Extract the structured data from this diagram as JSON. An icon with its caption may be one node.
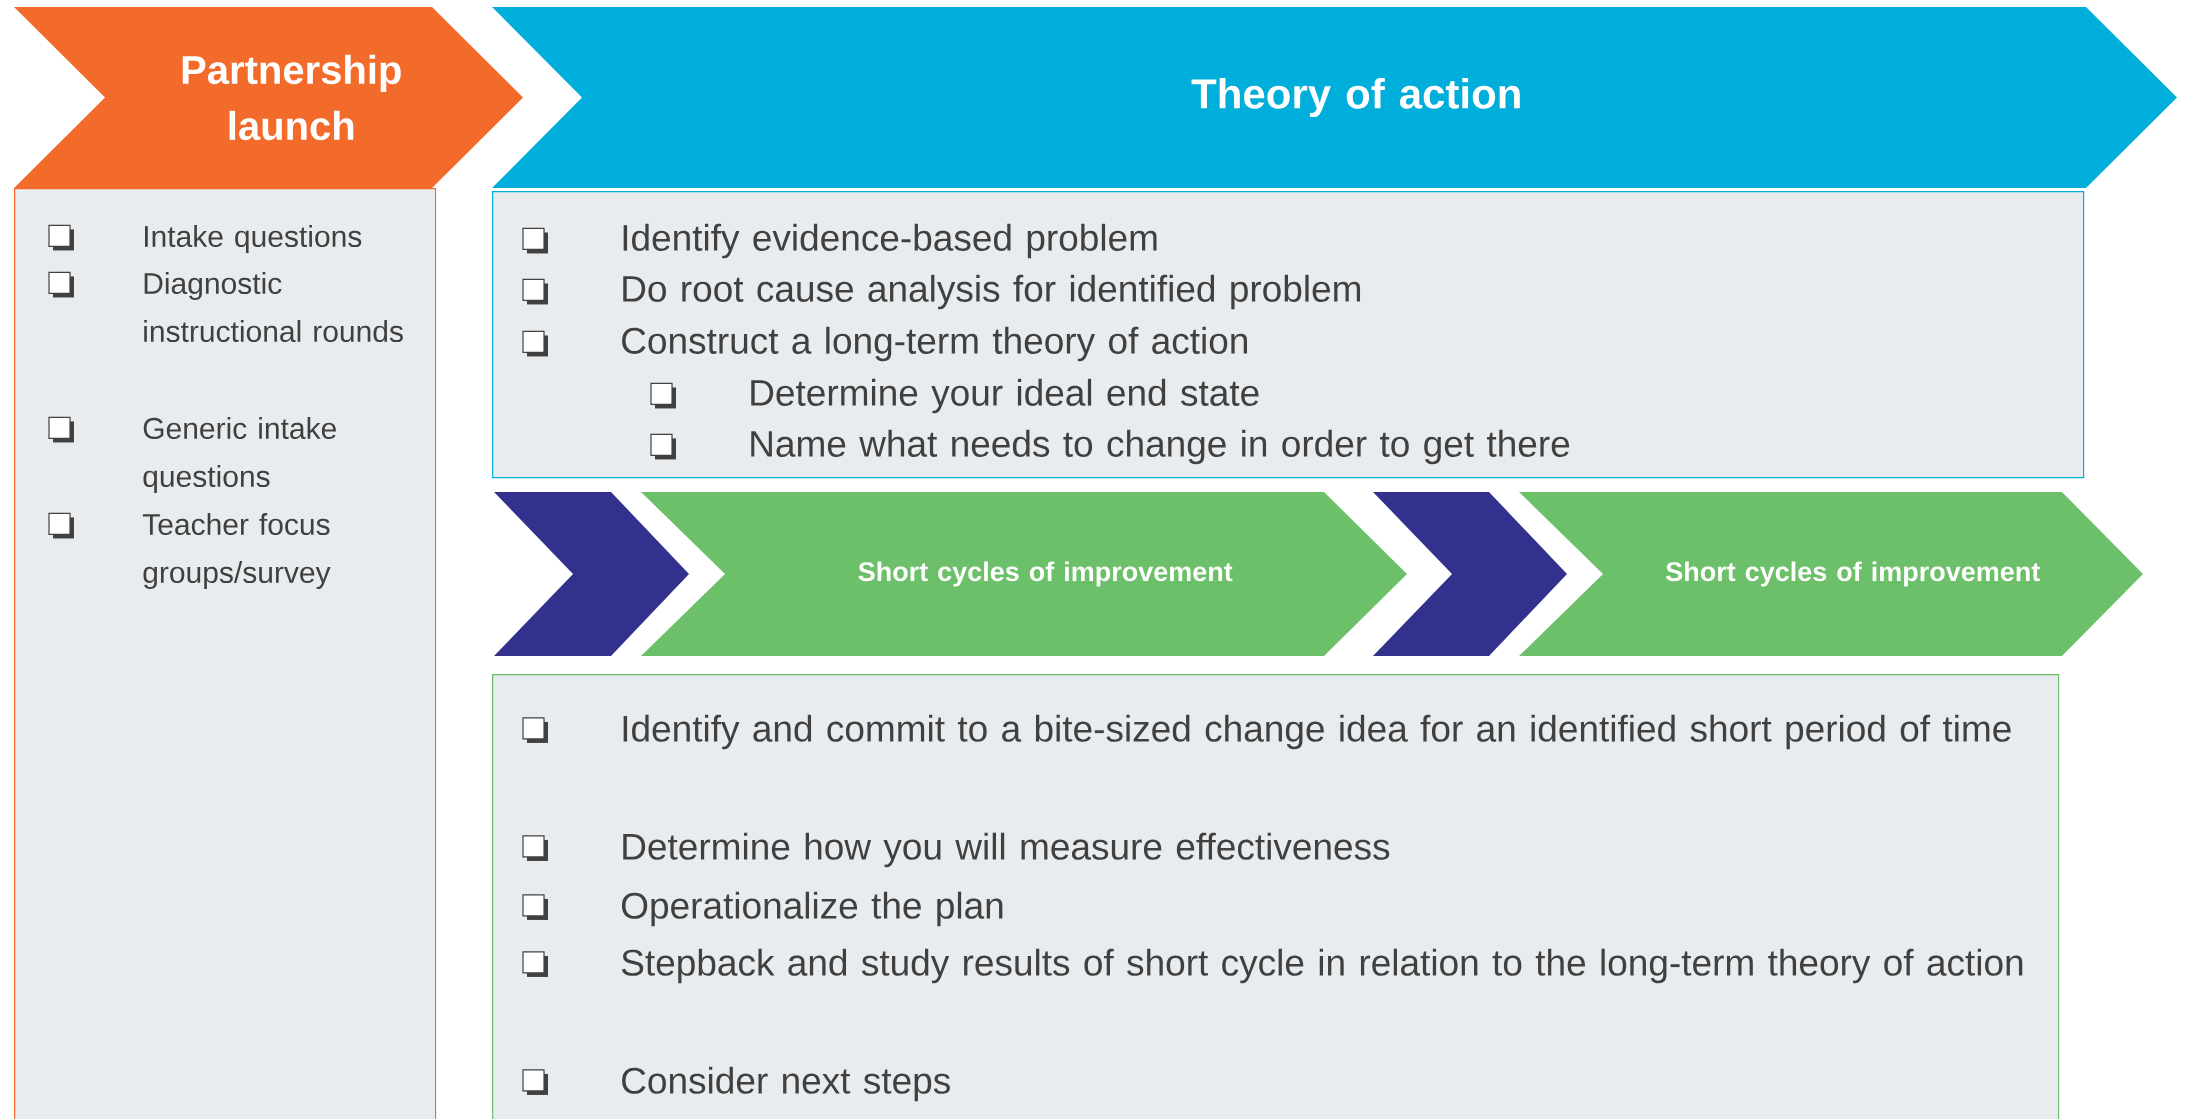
{
  "diagram": {
    "nodes": [
      {
        "text": [
          "Partnership launch"
        ]
      },
      {
        "text": [
          "Intake questions",
          "Diagnostic instructional rounds",
          "Generic intake questions",
          "Teacher focus groups/survey"
        ]
      },
      {
        "text": [
          "Theory of action"
        ]
      },
      {
        "text": [
          "Identify evidence-based problem",
          "Do root cause analysis for identified problem",
          "Construct a long-term theory of action",
          "Determine your ideal end state",
          "Name what needs to change in order to get there"
        ]
      },
      {
        "text": [
          "Short cycles of improvement"
        ]
      },
      {
        "text": [
          "Short cycles of improvement"
        ]
      },
      {
        "text": [
          "Identify and commit to a bite-sized change idea for an identified short period of time",
          "Determine how you will measure effectiveness",
          "Operationalize the plan",
          "Stepback and study results of short cycle in relation to the long-term theory of action",
          "Consider next steps"
        ]
      }
    ],
    "edges": [
      {
        "from": null,
        "to": 4,
        "arrow": "to"
      },
      {
        "from": 4,
        "to": 5,
        "arrow": "to"
      }
    ]
  }
}
